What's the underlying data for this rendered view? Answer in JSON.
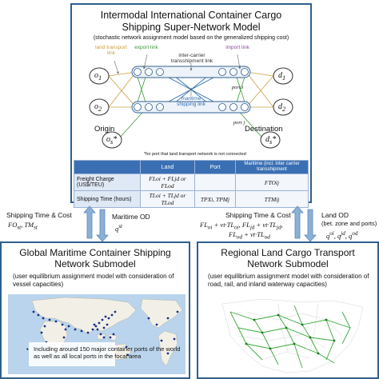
{
  "super": {
    "title": "Intermodal International Container Cargo",
    "title2": "Shipping Super-Network Model",
    "subtitle": "(stochastic network assignment model based on the generalized shipping cost)",
    "land_link": "land transport link",
    "export_link": "export link",
    "inter_carrier": "inter-carrier transshipment link",
    "import_link": "import link",
    "maritime_link": "maritime shipping link",
    "port_i": "port i",
    "port_j": "port j",
    "origin": "Origin",
    "destination": "Destination",
    "o1": "o1",
    "o2": "o2",
    "os": "os*",
    "d1": "d1",
    "d2": "d2",
    "ds": "ds*",
    "footnote": "*for port that land transport network is not connected",
    "table": {
      "headers": [
        "",
        "Land",
        "Port",
        "Maritime (incl. inter carrier transshipment"
      ],
      "rows": [
        {
          "label": "Freight Charge (US$/TEU)",
          "land": "FLoi + FLjd or FLod",
          "port": "",
          "maritime": "FTOij"
        },
        {
          "label": "Shipping Time (hours)",
          "land": "TLoi + TLjd or TLod",
          "port": "TPXi, TPMj",
          "maritime": "TTMij"
        }
      ]
    }
  },
  "flows": {
    "left_label": "Shipping Time & Cost",
    "left_vars": "FOst, TMst",
    "maritime_od": "Maritime OD",
    "maritime_od_var": "qst",
    "right_label": "Shipping Time & Cost",
    "right_line1": "FLoi + vt·TLoi, FLjd + vt·TLjd,",
    "right_line2": "FLod + vt·TLod",
    "land_od": "Land OD",
    "land_od_desc": "(bet. zone and ports)",
    "land_od_vars": "qoi, qjd, qod"
  },
  "maritime": {
    "title1": "Global Maritime Container Shipping",
    "title2": "Network Submodel",
    "desc": "(user equilibrium assignment model with consideration of vessel capacities)",
    "note": "Including around 150 major container ports of the world as well as all local ports in the focal area"
  },
  "land": {
    "title1": "Regional Land Cargo Transport",
    "title2": "Network Submodel",
    "desc": "(user equilibrium assignment  model with consideration of road, rail, and inland waterway capacities)"
  },
  "colors": {
    "border": "#2e5f8e",
    "land": "#c8a040",
    "export": "#3a9a3a",
    "maritime": "#2e6fb0",
    "import": "#8a4aa0",
    "ocean": "#b9d4ec",
    "landmass": "#f2f0e6",
    "port": "#1a2f8a",
    "road": "#3aa83a"
  }
}
